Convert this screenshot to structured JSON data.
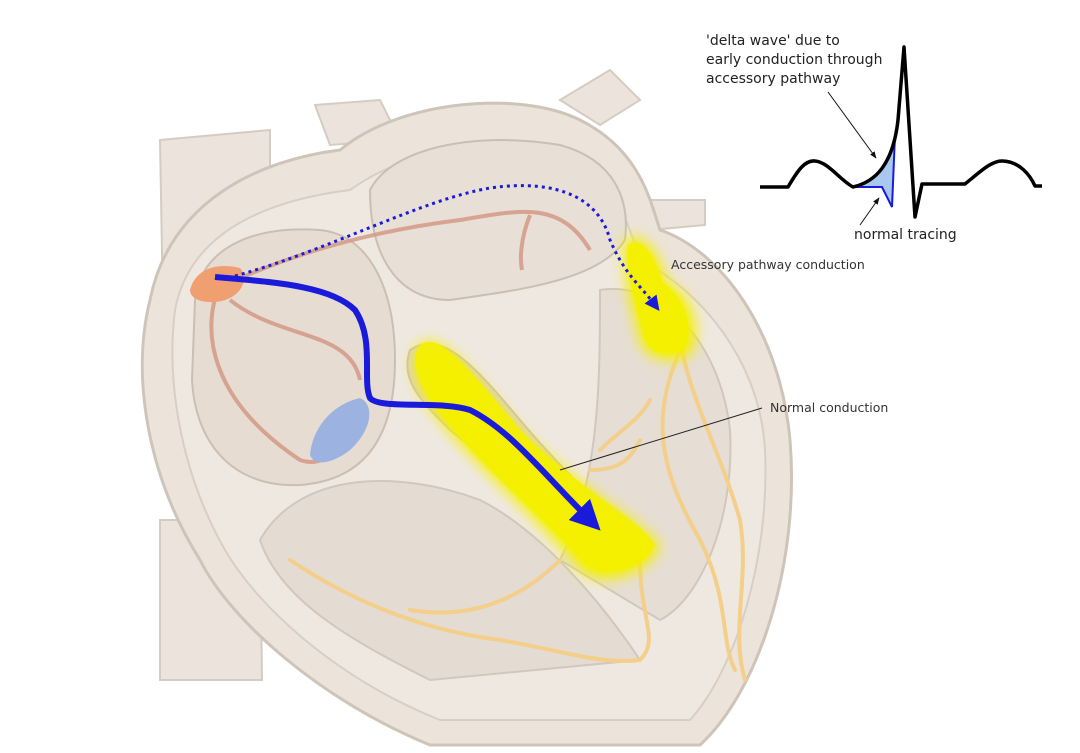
{
  "labels": {
    "delta_wave": [
      "'delta wave' due to",
      "early conduction through",
      "accessory pathway"
    ],
    "normal_tracing": "normal tracing",
    "accessory_pathway": "Accessory pathway conduction",
    "normal_conduction": "Normal conduction"
  },
  "colors": {
    "conduction": "#1a1adb",
    "highlight": "#f4f000",
    "purkinje": "#f3cf8a",
    "heart_tissue": "#ede3da",
    "sa_node": "#f0a070",
    "av_node": "#9cb2e0",
    "delta_fill": "#a8c8f0"
  }
}
